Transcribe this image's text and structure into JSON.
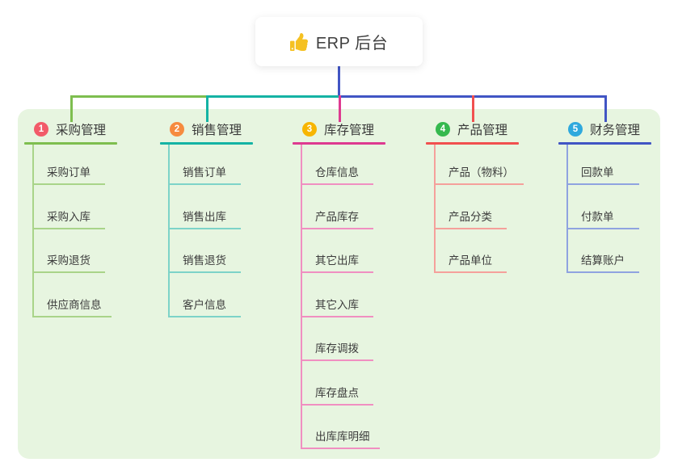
{
  "root": {
    "icon": "thumbs-up-icon",
    "label": "ERP 后台"
  },
  "branches": [
    {
      "num": "1",
      "label": "采购管理",
      "badge_color": "#F25B69",
      "line_color": "#7EBE4F",
      "child_line_color": "#A9D489",
      "children": [
        "采购订单",
        "采购入库",
        "采购退货",
        "供应商信息"
      ]
    },
    {
      "num": "2",
      "label": "销售管理",
      "badge_color": "#F68B3F",
      "line_color": "#14B3A4",
      "child_line_color": "#7DD3C8",
      "children": [
        "销售订单",
        "销售出库",
        "销售退货",
        "客户信息"
      ]
    },
    {
      "num": "3",
      "label": "库存管理",
      "badge_color": "#F7B500",
      "line_color": "#DE3A90",
      "child_line_color": "#F08FC1",
      "children": [
        "仓库信息",
        "产品库存",
        "其它出库",
        "其它入库",
        "库存调拨",
        "库存盘点",
        "出库库明细"
      ]
    },
    {
      "num": "4",
      "label": "产品管理",
      "badge_color": "#35B94E",
      "line_color": "#F1504F",
      "child_line_color": "#F5A09B",
      "children": [
        "产品（物料）",
        "产品分类",
        "产品单位"
      ]
    },
    {
      "num": "5",
      "label": "财务管理",
      "badge_color": "#2FA9DD",
      "line_color": "#4155C4",
      "child_line_color": "#8FA3E0",
      "children": [
        "回款单",
        "付款单",
        "结算账户"
      ]
    }
  ],
  "colors": {
    "canvas_bg": "#FFFFFF",
    "panel_bg": "#E7F5E0",
    "root_connector": "#4155C4",
    "icon_yellow": "#F5C122",
    "text": "#3C3C3C"
  }
}
